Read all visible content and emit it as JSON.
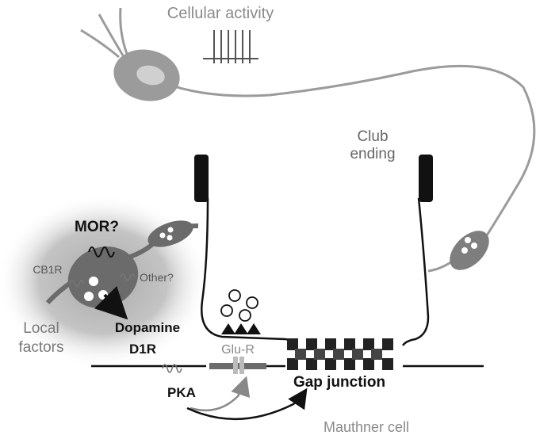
{
  "labels": {
    "cellular_activity": "Cellular activity",
    "club_ending_line1": "Club",
    "club_ending_line2": "ending",
    "mor": "MOR?",
    "cb1r": "CB1R",
    "other": "Other?",
    "local_line1": "Local",
    "local_line2": "factors",
    "dopamine": "Dopamine",
    "d1r": "D1R",
    "glu_r": "Glu-R",
    "pka": "PKA",
    "gap_junction": "Gap junction",
    "mauthner_cell": "Mauthner cell"
  },
  "colors": {
    "neuron_gray": "#9b9b9b",
    "cell_body_light": "#c8c8c8",
    "dark_gray": "#555555",
    "black": "#111111",
    "halo": "#bdbdbd"
  }
}
